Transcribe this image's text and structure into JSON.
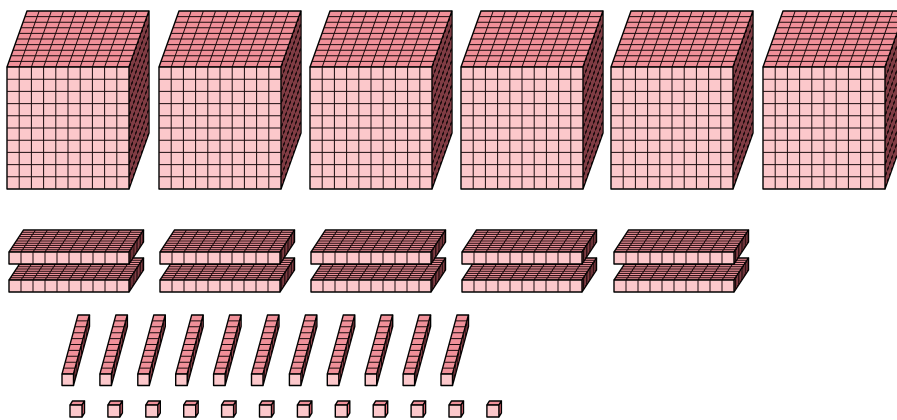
{
  "colors": {
    "front": "#FCC8CB",
    "top": "#F09099",
    "side": "#E76F7B",
    "outline": "#000000",
    "grid": "#1a0a0c",
    "background": "#ffffff"
  },
  "blocks": {
    "thousands_cubes": 6,
    "hundreds_flats": 10,
    "tens_rods": 11,
    "ones_units": 12
  }
}
